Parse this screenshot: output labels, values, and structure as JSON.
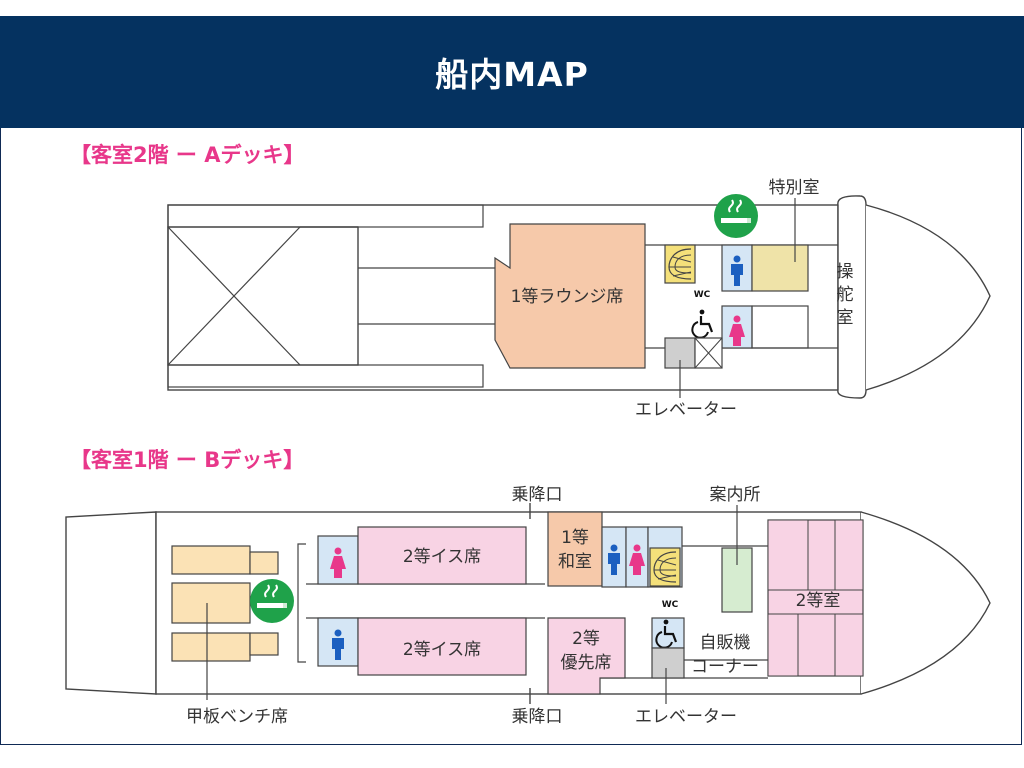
{
  "header": {
    "title": "船内MAP"
  },
  "colors": {
    "header_bg": "#053260",
    "deck_title": "#e8378a",
    "first_class_lounge": "#f6c9aa",
    "second_class": "#f8d3e4",
    "special_room": "#efe3a8",
    "bench": "#fbe2b5",
    "info_desk": "#d6ecd0",
    "restroom": "#d5e6f5",
    "smoking": "#1fa24a",
    "elevator": "#cfcfcf"
  },
  "deck_a": {
    "title": "【客室2階 ー Aデッキ】",
    "lounge": "1等ラウンジ席",
    "special_room": "特別室",
    "bridge": [
      "操",
      "舵",
      "室"
    ],
    "elevator": "エレベーター",
    "wc": "WC",
    "icons": [
      "smoking-area-icon",
      "stairs-icon",
      "male-restroom-icon",
      "female-restroom-icon",
      "wheelchair-icon",
      "elevator-icon"
    ]
  },
  "deck_b": {
    "title": "【客室1階 ー Bデッキ】",
    "boarding_top": "乗降口",
    "boarding_bottom": "乗降口",
    "info": "案内所",
    "seat_upper": "2等イス席",
    "seat_lower": "2等イス席",
    "washitsu": [
      "1等",
      "和室"
    ],
    "priority": [
      "2等",
      "優先席"
    ],
    "second_room": "2等室",
    "vending": [
      "自販機",
      "コーナー"
    ],
    "bench": "甲板ベンチ席",
    "elevator": "エレベーター",
    "wc": "WC",
    "icons": [
      "smoking-area-icon",
      "stairs-icon",
      "male-restroom-icon",
      "female-restroom-icon",
      "wheelchair-icon"
    ]
  }
}
